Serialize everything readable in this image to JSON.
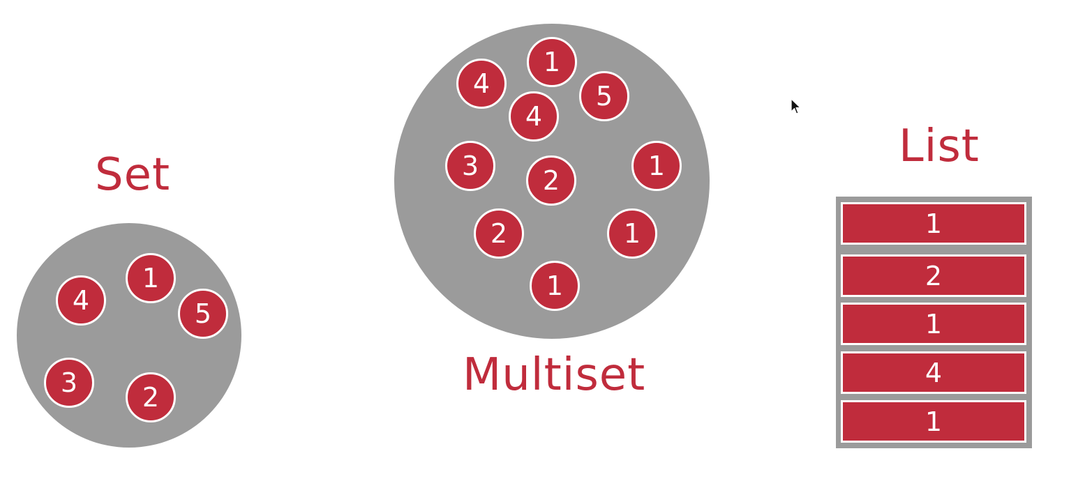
{
  "set": {
    "title": "Set",
    "elements": [
      "4",
      "1",
      "5",
      "3",
      "2"
    ]
  },
  "multiset": {
    "title": "Multiset",
    "elements": [
      "4",
      "1",
      "5",
      "4",
      "3",
      "2",
      "1",
      "2",
      "1",
      "1"
    ]
  },
  "list": {
    "title": "List",
    "items": [
      "1",
      "2",
      "1",
      "4",
      "1"
    ]
  },
  "colors": {
    "accent": "#c02c3c",
    "container": "#9b9b9b",
    "background": "#ffffff"
  },
  "icons": {
    "cursor": "mouse-pointer-icon"
  }
}
